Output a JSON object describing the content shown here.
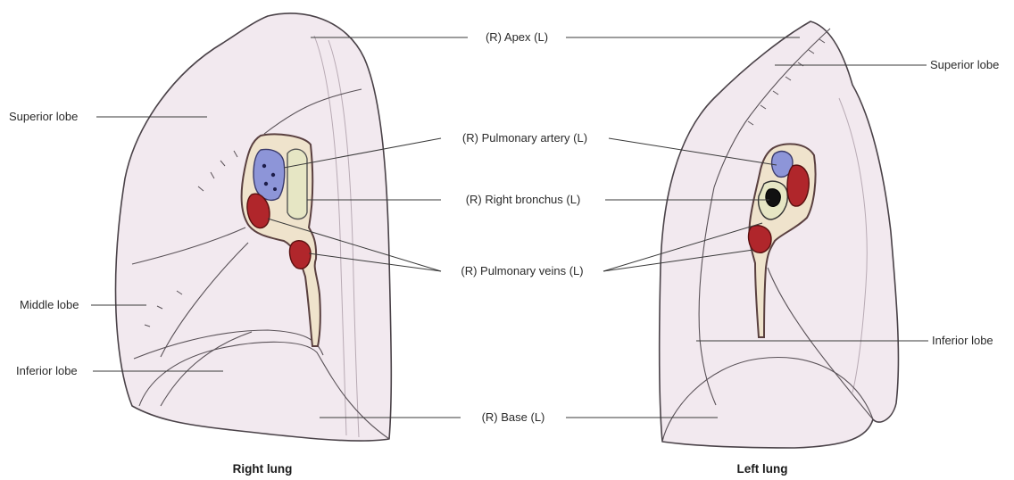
{
  "labels": {
    "apex": "(R) Apex (L)",
    "pulmonary_artery": "(R) Pulmonary artery (L)",
    "right_bronchus": "(R) Right bronchus (L)",
    "pulmonary_veins": "(R) Pulmonary veins (L)",
    "base": "(R) Base (L)",
    "right_superior_lobe": "Superior lobe",
    "right_middle_lobe": "Middle lobe",
    "right_inferior_lobe": "Inferior lobe",
    "left_superior_lobe": "Superior lobe",
    "left_inferior_lobe": "Inferior lobe"
  },
  "captions": {
    "right_lung": "Right lung",
    "left_lung": "Left lung"
  },
  "colors": {
    "lung_fill": "#f2e9ef",
    "hilum_fill": "#efe3cc",
    "artery": "#8d95d8",
    "vein": "#b0262b",
    "bronchus": "#e6e6c4",
    "outline": "#4a4248"
  }
}
